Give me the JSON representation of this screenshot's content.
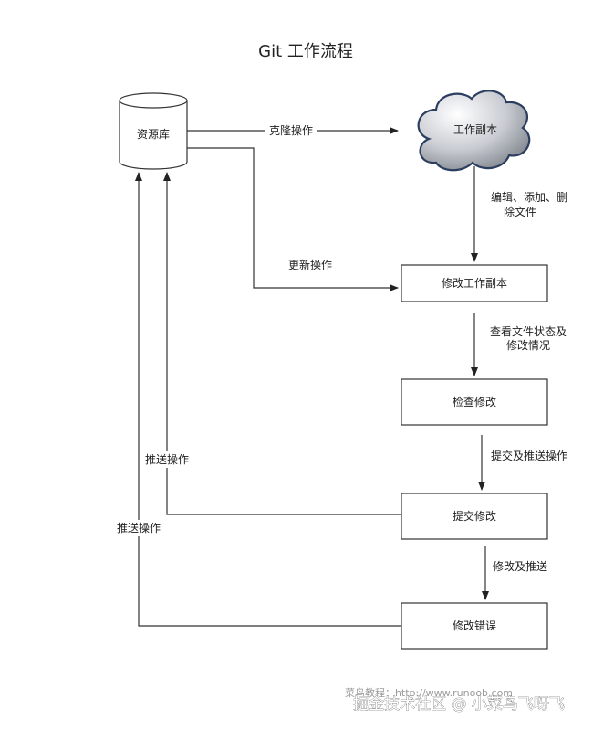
{
  "title": "Git 工作流程",
  "nodes": {
    "repository": "资源库",
    "working_copy": "工作副本",
    "modify_copy": "修改工作副本",
    "check_changes": "检查修改",
    "commit_changes": "提交修改",
    "fix_errors": "修改错误"
  },
  "edges": {
    "clone": "克隆操作",
    "update": "更新操作",
    "edit_line1": "编辑、添加、删",
    "edit_line2": "除文件",
    "view_line1": "查看文件状态及",
    "view_line2": "修改情况",
    "commit_push": "提交及推送操作",
    "modify_push": "修改及推送",
    "push_a": "推送操作",
    "push_b": "推送操作"
  },
  "watermark": {
    "source": "菜鸟教程：http://www.runoob.com",
    "author": "掘金技术社区 @ 小菜鸟飞呀飞"
  }
}
